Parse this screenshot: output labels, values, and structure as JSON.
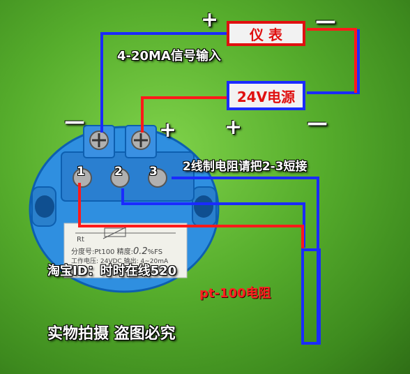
{
  "labels": {
    "instrument": "仪 表",
    "power": "24V电源",
    "signal_input": "4-20MA信号输入",
    "two_wire_note": "2线制电阻请把2-3短接",
    "taobao_id": "淘宝ID：时时在线520",
    "pt100": "pt-100电阻",
    "watermark": "实物拍摄  盗图必究"
  },
  "signs": {
    "top_plus": "+",
    "top_minus": "—",
    "term_minus": "—",
    "term_plus": "+",
    "power_plus": "+",
    "power_minus": "—"
  },
  "terminals": [
    "1",
    "2",
    "3"
  ],
  "plate": {
    "rt": "Rt",
    "graduation_label": "分度号:",
    "graduation_value": "Pt100",
    "accuracy_label": "精度:",
    "accuracy_value": "0.2",
    "accuracy_unit": "%FS",
    "work_power": "工作电压: 24VDC",
    "output": "输出: 4~20mA"
  },
  "colors": {
    "wire_red": "#ff1a1a",
    "wire_blue": "#1a2bff",
    "box_red_border": "#e01010",
    "box_blue_border": "#1a2bff",
    "module_body": "#2f8fe0"
  }
}
